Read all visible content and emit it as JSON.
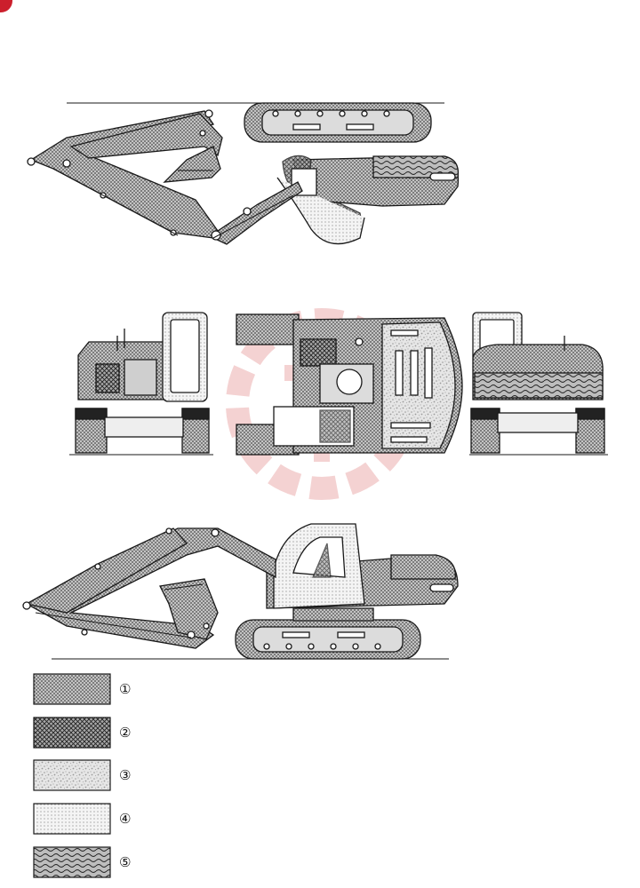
{
  "colors": {
    "line": "#1a1a1a",
    "shade_dark": "#8f8f8f",
    "shade_mid": "#b5b5b5",
    "shade_light": "#dcdcdc",
    "watermark": "#d9534f",
    "corner_mark": "#cc1f2c"
  },
  "legend": {
    "items": [
      {
        "label": "①",
        "pattern": "dense-dot"
      },
      {
        "label": "②",
        "pattern": "crosshatch"
      },
      {
        "label": "③",
        "pattern": "mottled"
      },
      {
        "label": "④",
        "pattern": "fine-dot"
      },
      {
        "label": "⑤",
        "pattern": "wave"
      }
    ]
  },
  "views": [
    {
      "id": "top-view",
      "name": "excavator-top-view"
    },
    {
      "id": "rear-view",
      "name": "excavator-rear-view"
    },
    {
      "id": "plan-view",
      "name": "excavator-plan-view"
    },
    {
      "id": "front-view",
      "name": "excavator-front-view"
    },
    {
      "id": "side-view",
      "name": "excavator-side-view"
    }
  ],
  "watermark_icon": "gear-logo-icon"
}
